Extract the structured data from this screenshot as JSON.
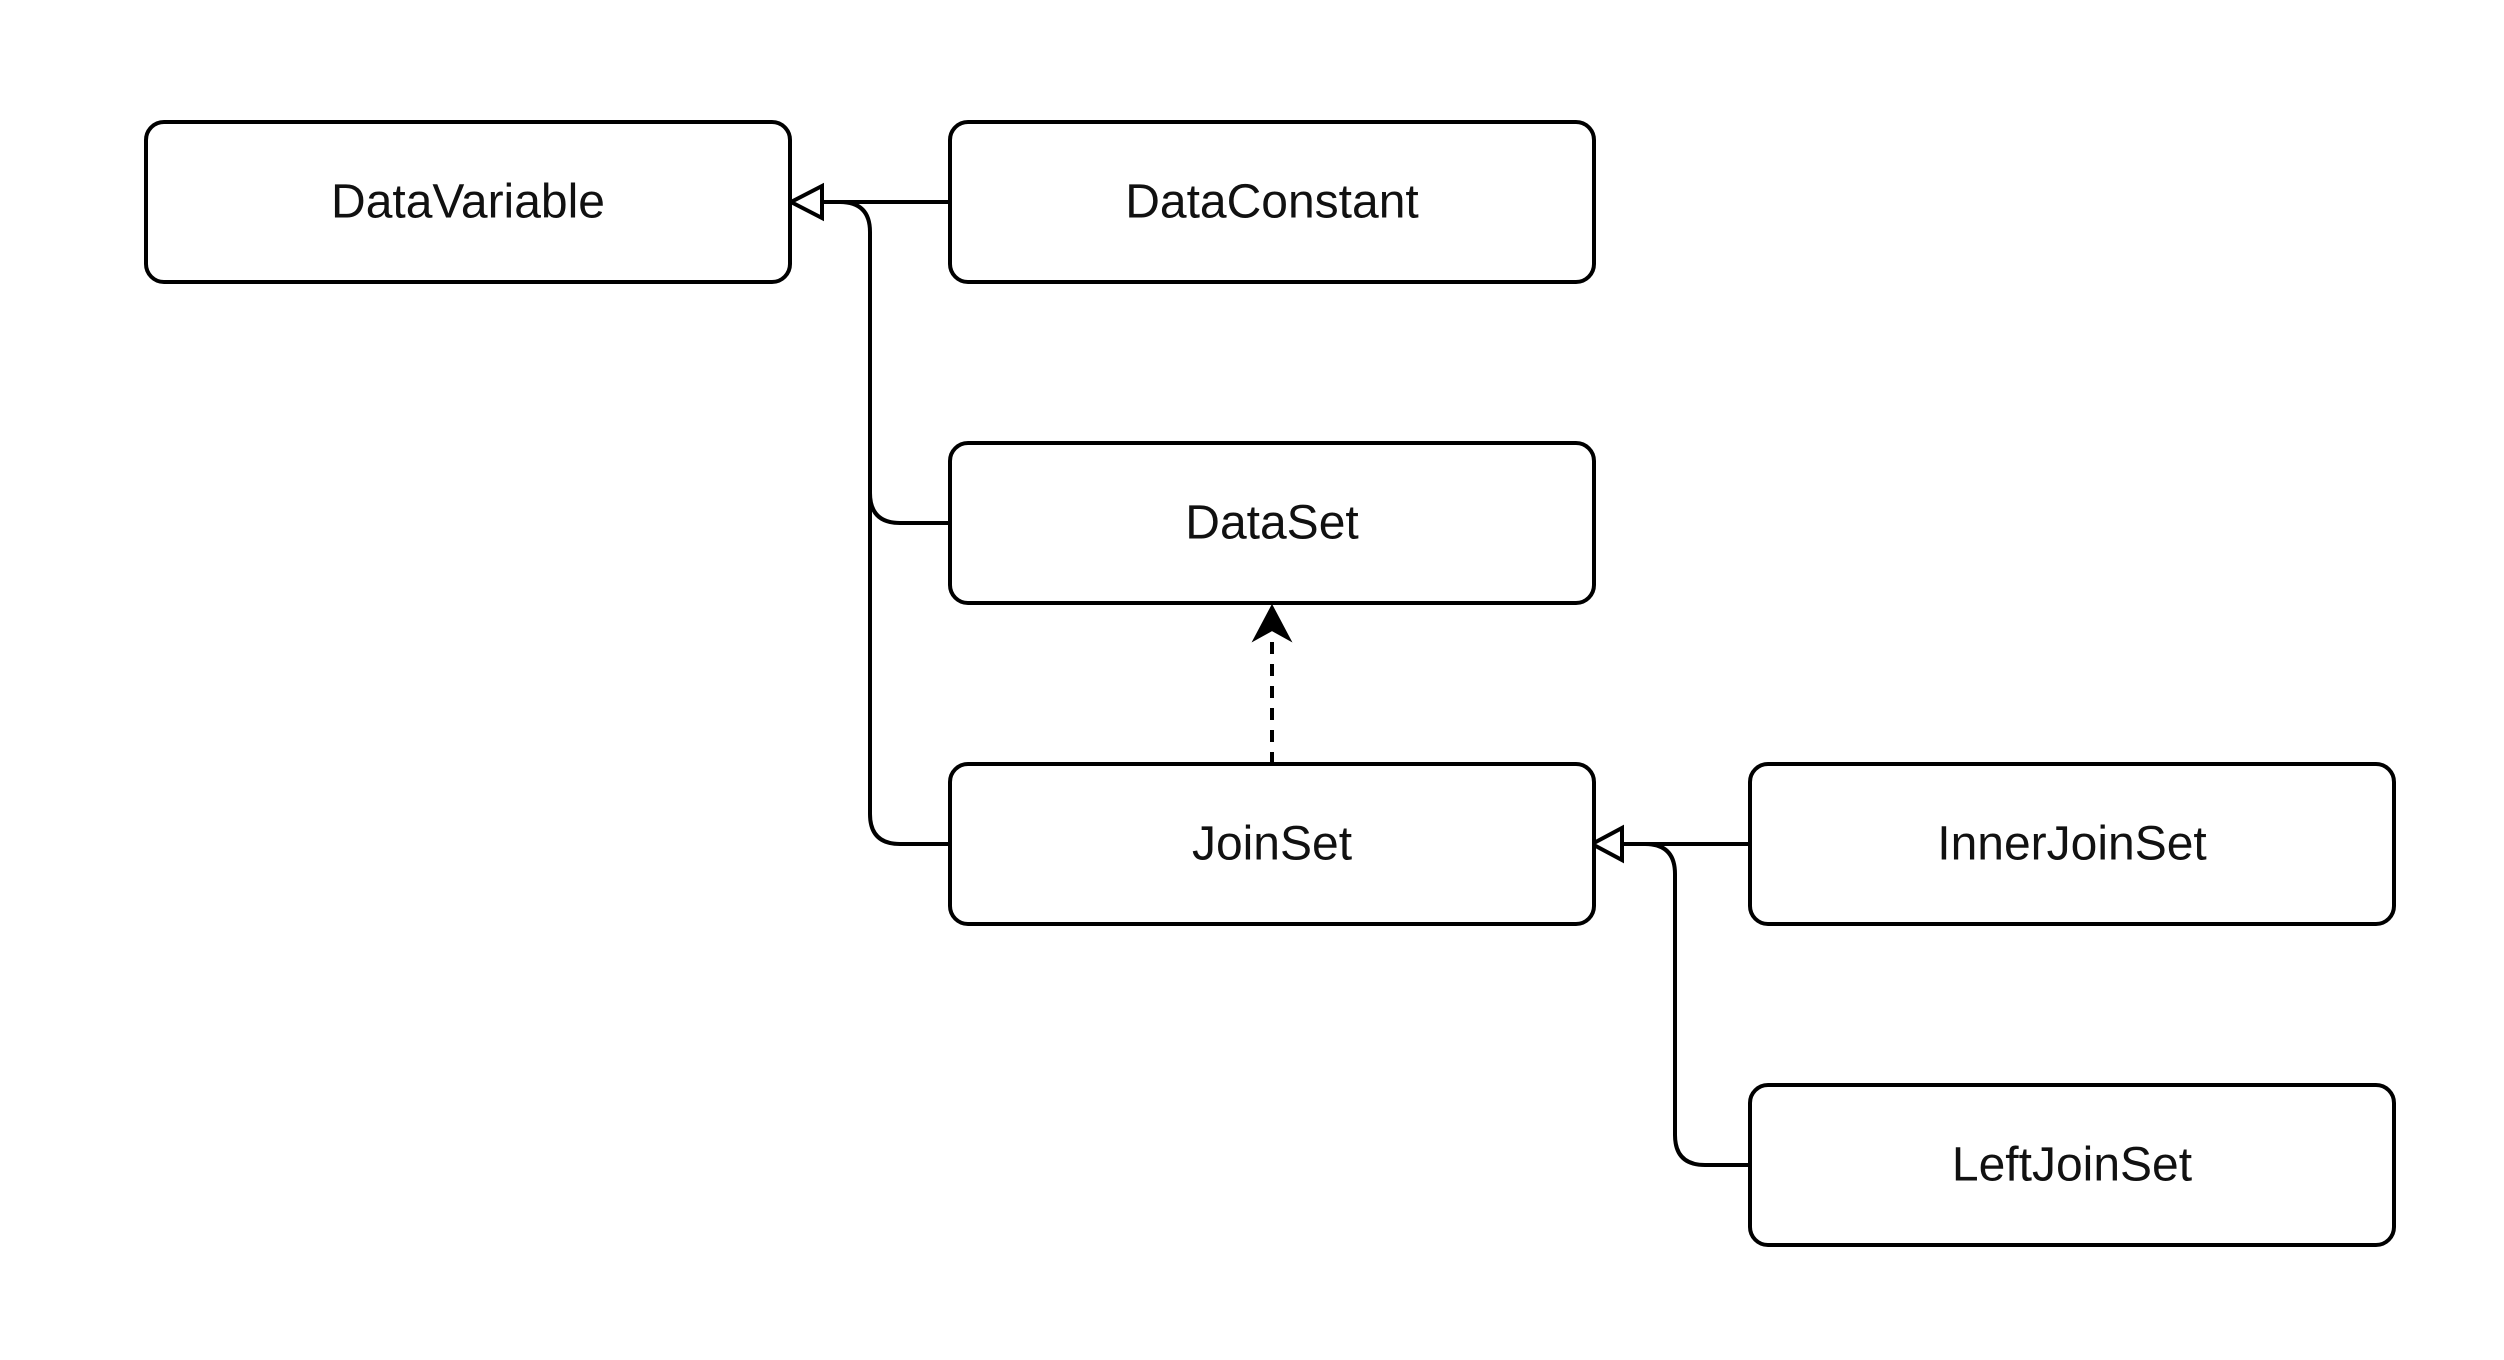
{
  "nodes": {
    "data_variable": "DataVariable",
    "data_constant": "DataConstant",
    "data_set": "DataSet",
    "join_set": "JoinSet",
    "inner_join_set": "InnerJoinSet",
    "left_join_set": "LeftJoinSet"
  }
}
